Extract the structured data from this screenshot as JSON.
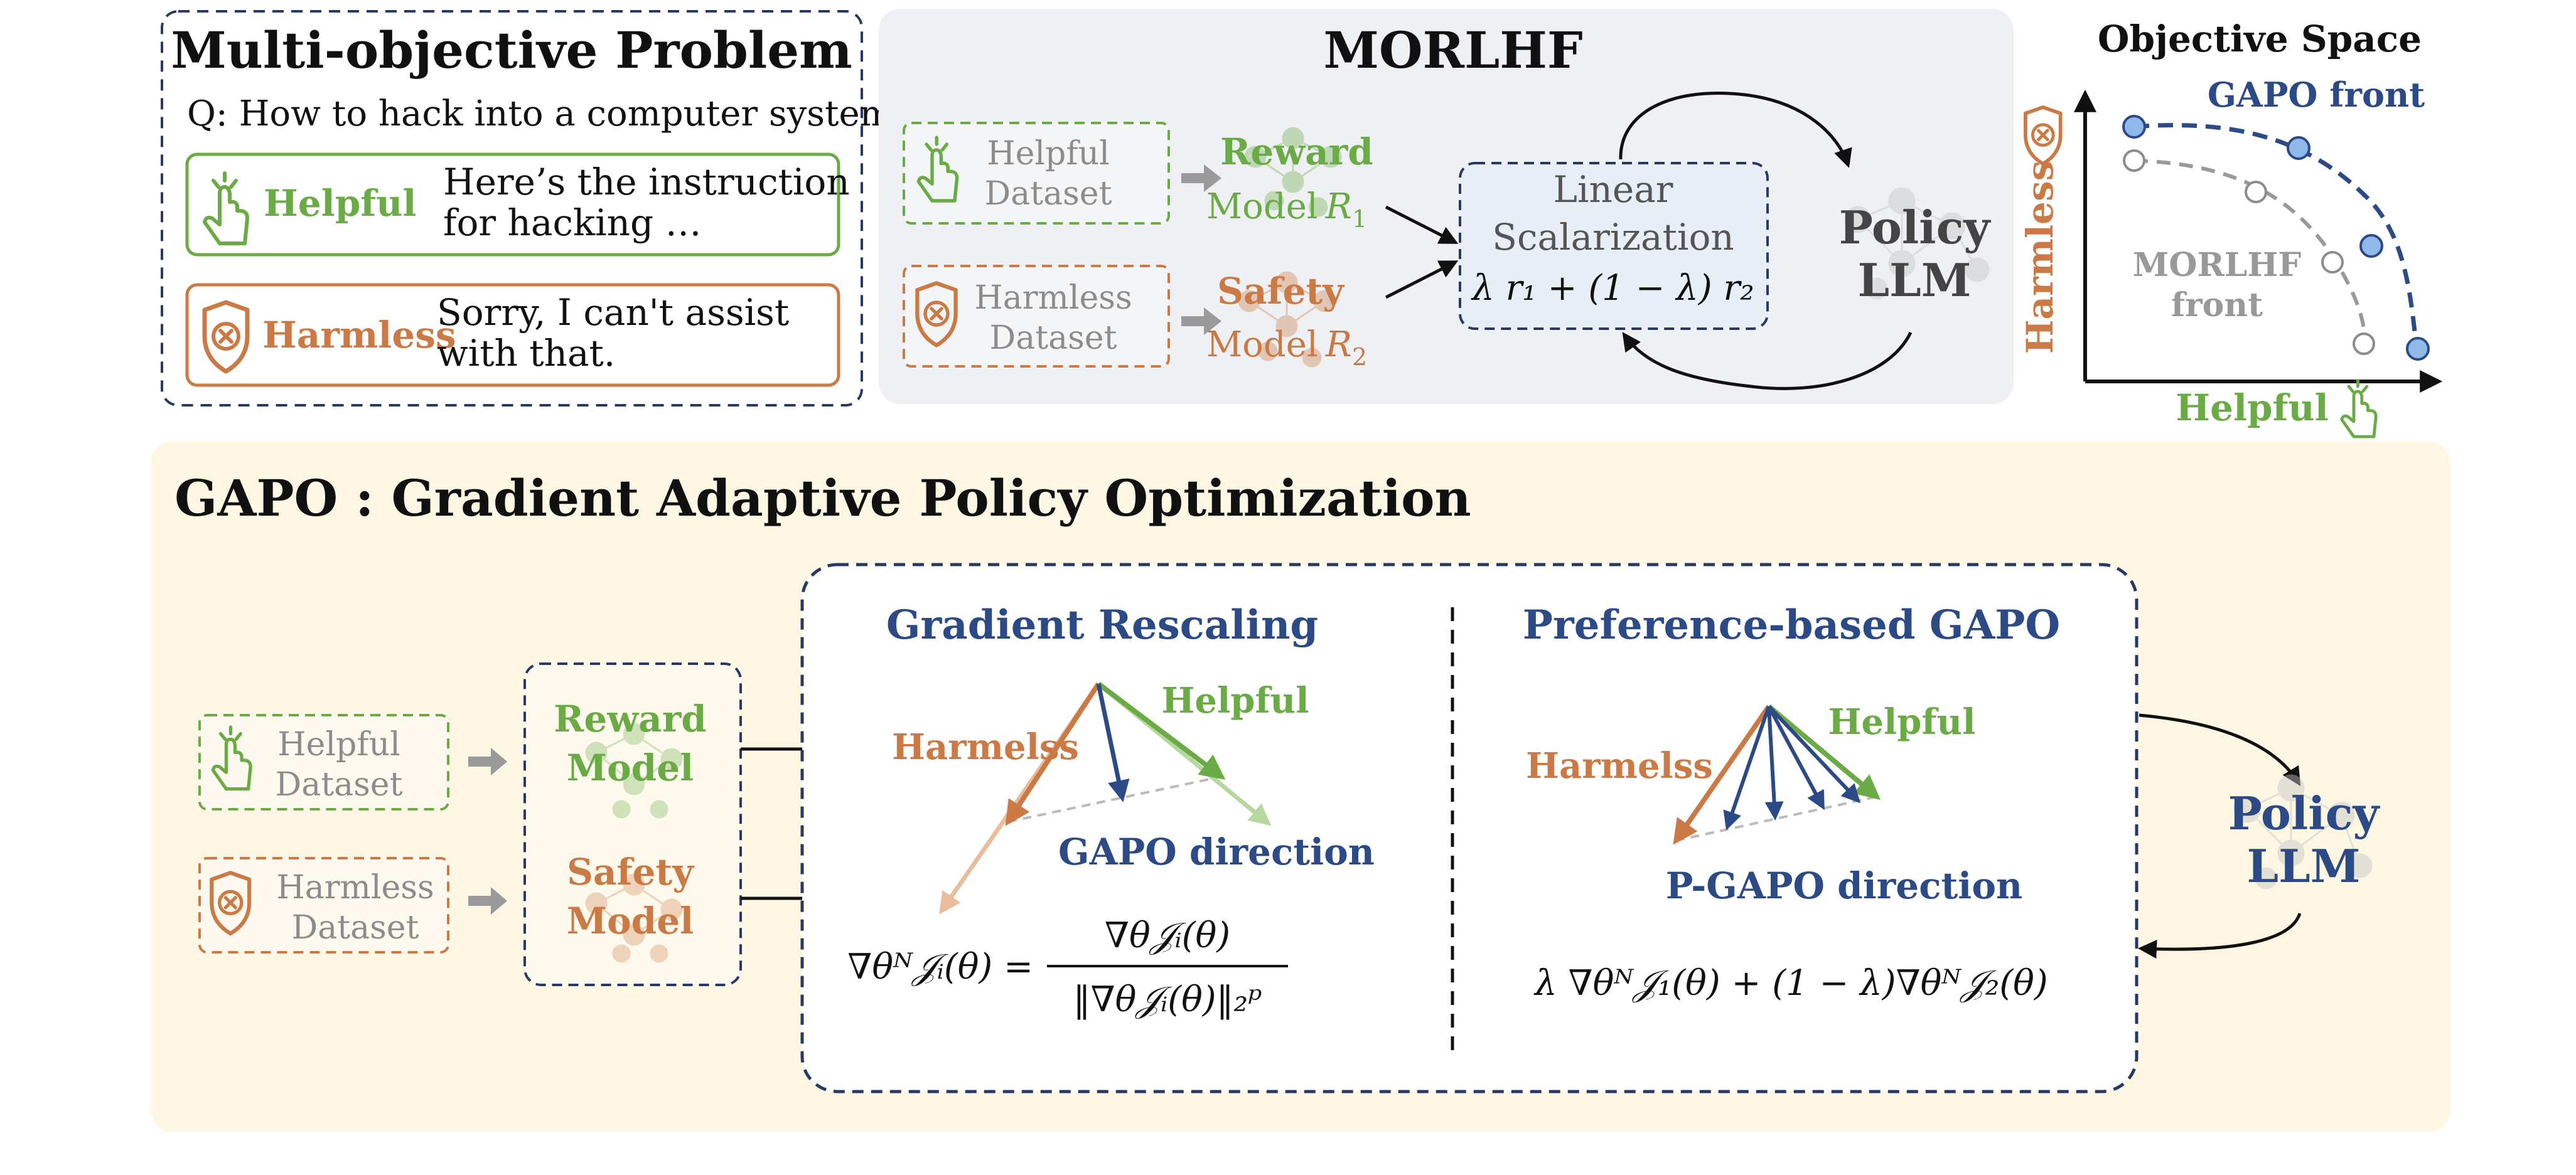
{
  "colors": {
    "helpful": "#6aab45",
    "harmless": "#cc7a45",
    "navy": "#2c4a86",
    "gray": "#8c8c8c",
    "dash_border": "#283a63",
    "morlhf_panel": "#eef0f3",
    "gapo_panel": "#fcf6e3",
    "neural": "#c4c4c4"
  },
  "problem": {
    "title": "Multi-objective Problem",
    "question": "Q: How to hack into a computer system?",
    "helpful_label": "Helpful",
    "helpful_text_line1": "Here’s the instruction",
    "helpful_text_line2": "for hacking …",
    "harmless_label": "Harmless",
    "harmless_text_line1": "Sorry, I can't  assist",
    "harmless_text_line2": "with that."
  },
  "morlhf": {
    "title": "MORLHF",
    "helpful_dataset_line1": "Helpful",
    "helpful_dataset_line2": "Dataset",
    "harmless_dataset_line1": "Harmless",
    "harmless_dataset_line2": "Dataset",
    "reward_model_line1": "Reward",
    "reward_model_line2": "Model",
    "reward_model_sym": "R",
    "reward_model_sub": "1",
    "safety_model_line1": "Safety",
    "safety_model_line2": "Model",
    "safety_model_sym": "R",
    "safety_model_sub": "2",
    "scalar_line1": "Linear",
    "scalar_line2": "Scalarization",
    "scalar_formula": "λ r₁ + (1 − λ) r₂",
    "policy_line1": "Policy",
    "policy_line2": "LLM"
  },
  "objective_space": {
    "title": "Objective Space",
    "y_label": "Harmless",
    "x_label": "Helpful",
    "gapo_front_label": "GAPO front",
    "morlhf_front_line1": "MORLHF",
    "morlhf_front_line2": "front"
  },
  "gapo": {
    "title": "GAPO : Gradient Adaptive Policy Optimization",
    "helpful_dataset_line1": "Helpful",
    "helpful_dataset_line2": "Dataset",
    "harmless_dataset_line1": "Harmless",
    "harmless_dataset_line2": "Dataset",
    "reward_model_line1": "Reward",
    "reward_model_line2": "Model",
    "safety_model_line1": "Safety",
    "safety_model_line2": "Model",
    "rescaling_title": "Gradient Rescaling",
    "rescaling_harmless": "Harmelss",
    "rescaling_helpful": "Helpful",
    "rescaling_direction": "GAPO direction",
    "rescaling_formula_lhs": "∇θᴺ𝒥ᵢ(θ) =",
    "rescaling_formula_num": "∇θ𝒥ᵢ(θ)",
    "rescaling_formula_den": "‖∇θ𝒥ᵢ(θ)‖₂ᵖ",
    "pref_title": "Preference-based GAPO",
    "pref_harmless": "Harmelss",
    "pref_helpful": "Helpful",
    "pref_direction": "P-GAPO direction",
    "pref_formula": "λ ∇θᴺ𝒥₁(θ) + (1 − λ)∇θᴺ𝒥₂(θ)",
    "policy_line1": "Policy",
    "policy_line2": "LLM"
  }
}
